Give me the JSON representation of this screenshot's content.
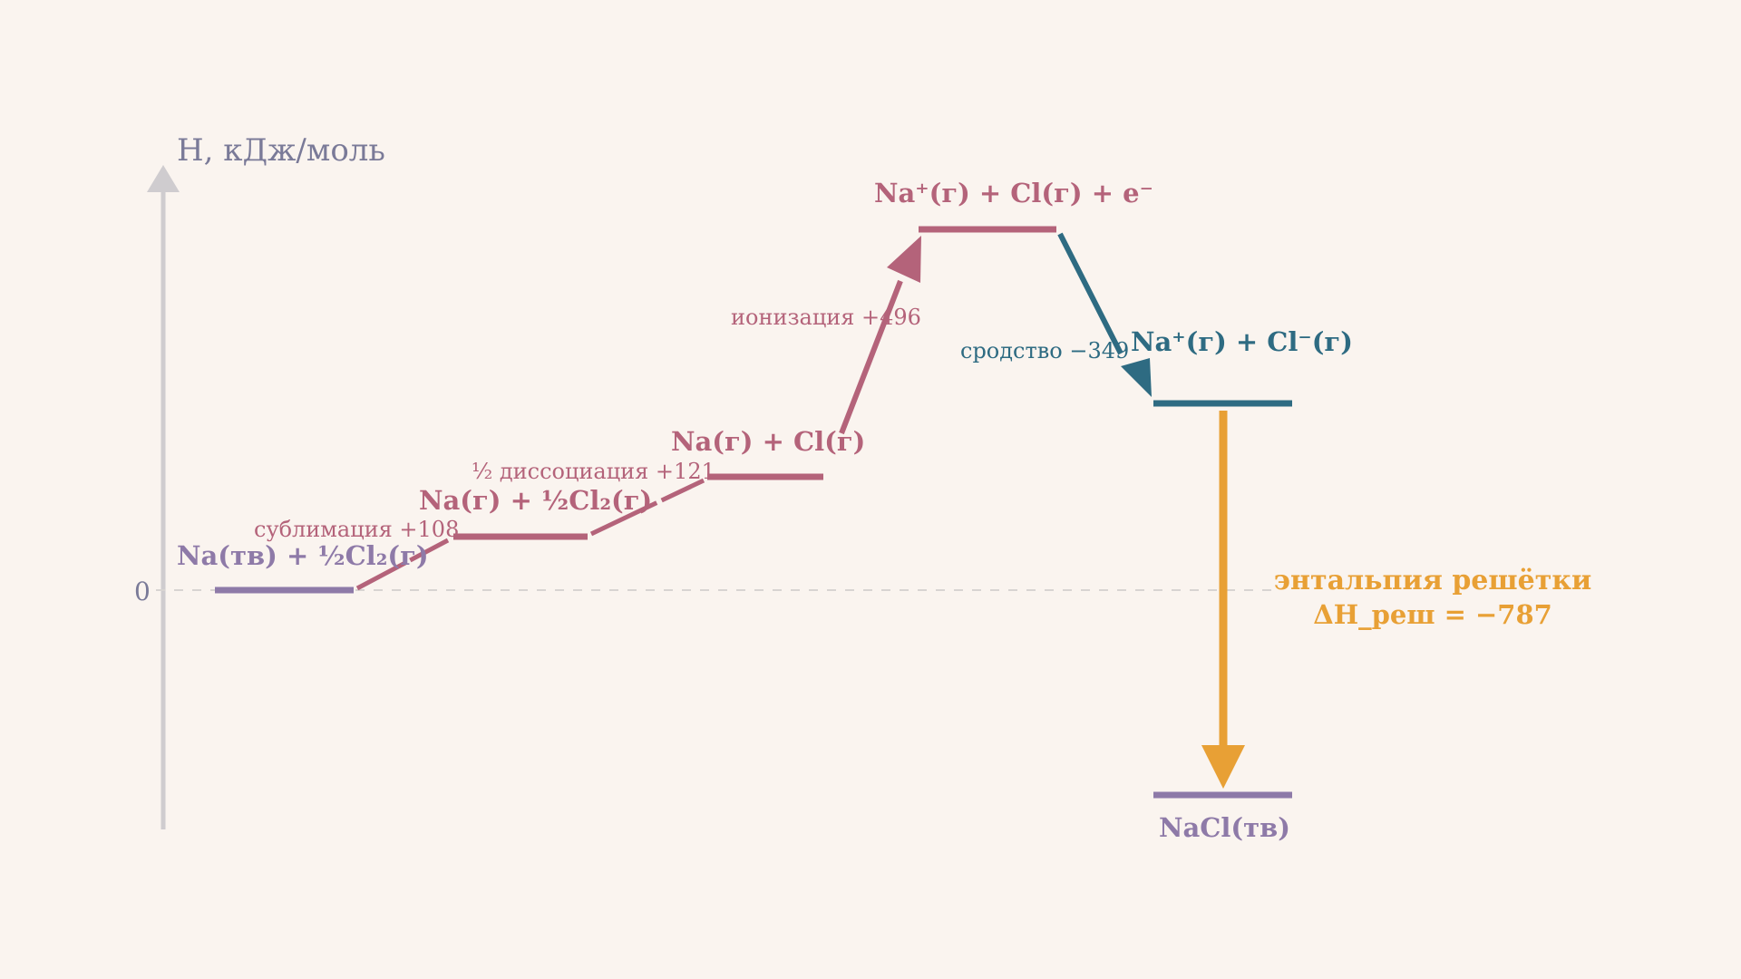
{
  "axis": {
    "label": "H, кДж/моль",
    "zero_label": "0"
  },
  "levels": {
    "na_solid": "Na(тв) + ½Cl₂(г)",
    "na_gas": "Na(г) + ½Cl₂(г)",
    "na_cl_gas": "Na(г) + Cl(г)",
    "ions_electron": "Na⁺(г) + Cl(г) + e⁻",
    "ions_gas": "Na⁺(г) + Cl⁻(г)",
    "nacl_solid": "NaCl(тв)"
  },
  "steps": {
    "sublimation": "сублимация +108",
    "dissociation": "½ диссоциация +121",
    "ionization": "ионизация +496",
    "affinity": "сродство −349"
  },
  "lattice": {
    "title": "энтальпия решётки",
    "value": "ΔH_реш = −787"
  },
  "colors": {
    "background": "#faf4ef",
    "axis": "#cfcccf",
    "start_level": "#8e7aa8",
    "endothermic": "#b4637a",
    "affinity": "#2e6b82",
    "lattice": "#e8a035",
    "zero_line": "#d8d4d2",
    "axis_text": "#7a7a98"
  }
}
